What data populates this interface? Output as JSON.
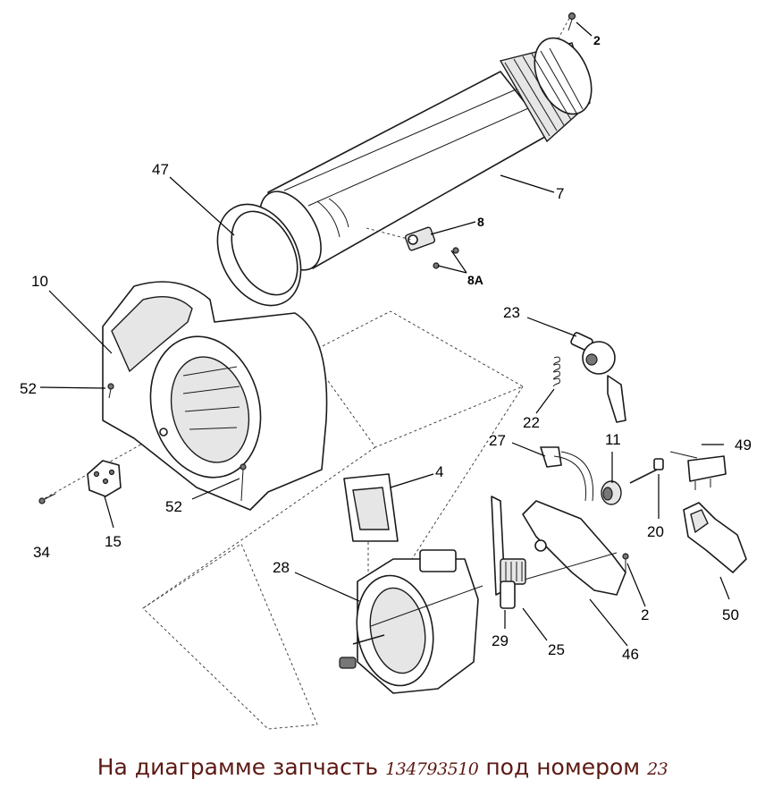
{
  "diagram": {
    "part_labels": {
      "p2_top": "2",
      "p7": "7",
      "p8": "8",
      "p8a": "8A",
      "p47": "47",
      "p10": "10",
      "p52_left": "52",
      "p52_bottom": "52",
      "p34": "34",
      "p15": "15",
      "p4": "4",
      "p28": "28",
      "p23": "23",
      "p22": "22",
      "p27": "27",
      "p11": "11",
      "p49": "49",
      "p20": "20",
      "p2_bottom": "2",
      "p50": "50",
      "p29": "29",
      "p25": "25",
      "p46": "46"
    }
  },
  "caption": {
    "before": "На диаграмме запчасть",
    "part_code": "134793510",
    "middle": "под номером",
    "part_number": "23"
  }
}
